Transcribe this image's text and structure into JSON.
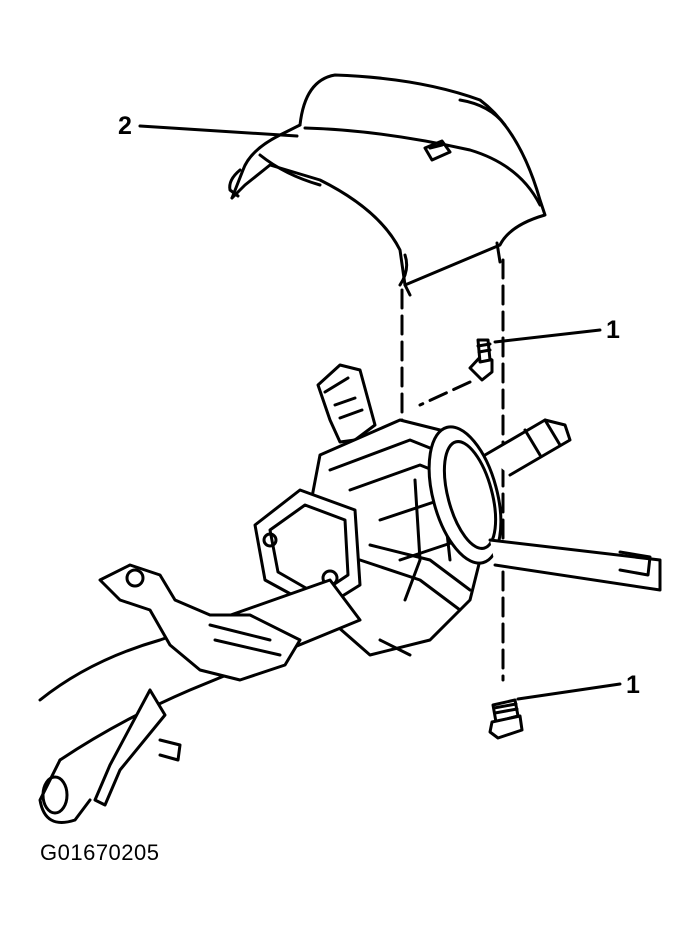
{
  "callouts": {
    "cover": "2",
    "upper_screw": "1",
    "lower_screw": "1"
  },
  "figure_code": "G01670205",
  "colors": {
    "ink": "#000000",
    "paper": "#ffffff"
  }
}
